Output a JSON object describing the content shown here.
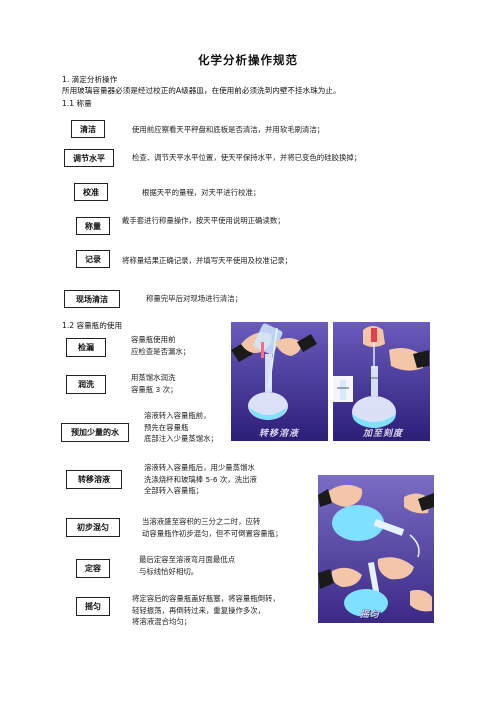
{
  "title": "化学分析操作规范",
  "section1": {
    "heading": "1.   滴定分析操作",
    "intro": "所用玻璃容量器必须是经过校正的A级器皿，在使用前必须洗到内壁不挂水珠为止。",
    "sub": "1.1   称量"
  },
  "weighing_steps": [
    {
      "label": "清洁",
      "desc": "使用前应察看天平秤盘和底板是否清洁，并用软毛刷清洁；"
    },
    {
      "label": "调节水平",
      "desc": "检查、调节天平水平位置，使天平保持水平，并将已变色的硅胶换掉；"
    },
    {
      "label": "校准",
      "desc": "根据天平的量程，对天平进行校准；"
    },
    {
      "label": "称量",
      "desc": "戴手套进行称量操作，按天平使用说明正确读数；"
    },
    {
      "label": "记录",
      "desc": "将称量结果正确记录，并填写天平使用及校准记录；"
    },
    {
      "label": "现场清洁",
      "desc": "称量完毕后对现场进行清洁；"
    }
  ],
  "section12": {
    "sub": "1.2   容量瓶的使用"
  },
  "flask_steps": [
    {
      "label": "检漏",
      "desc": [
        "容量瓶使用前",
        "应检查是否漏水；"
      ]
    },
    {
      "label": "润洗",
      "desc": [
        "用蒸馏水润洗",
        "容量瓶 3 次；"
      ]
    },
    {
      "label": "预加少量的水",
      "desc": [
        "溶液转入容量瓶前，",
        "预先在容量瓶",
        "底部注入少量蒸馏水；"
      ]
    },
    {
      "label": "转移溶液",
      "desc": [
        "溶液转入容量瓶后，用少量蒸馏水",
        "洗涤烧杯和玻璃棒 5-6 次，洗出液",
        "全部转入容量瓶；"
      ]
    },
    {
      "label": "初步混匀",
      "desc": [
        "当溶液盛至容积的三分之二时，应转",
        "动容量瓶作初步混匀，但不可倒置容量瓶；"
      ]
    },
    {
      "label": "定容",
      "desc": [
        "最后定容至溶液弯月面最低点",
        "与标线恰好相切。"
      ]
    },
    {
      "label": "摇匀",
      "desc": [
        "将定容后的容量瓶盖好瓶塞，将容量瓶倒转，",
        "轻轻振荡，再倒转过来，重复操作多次，",
        "将溶液混合均匀；"
      ]
    }
  ],
  "images": {
    "transfer_caption": "转移溶液",
    "fill_caption": "加至刻度",
    "shake_caption": "摇匀"
  },
  "colors": {
    "purple_dark": "#3a2a86",
    "purple_light": "#7b6cc4",
    "liquid": "#7fe0ff"
  }
}
